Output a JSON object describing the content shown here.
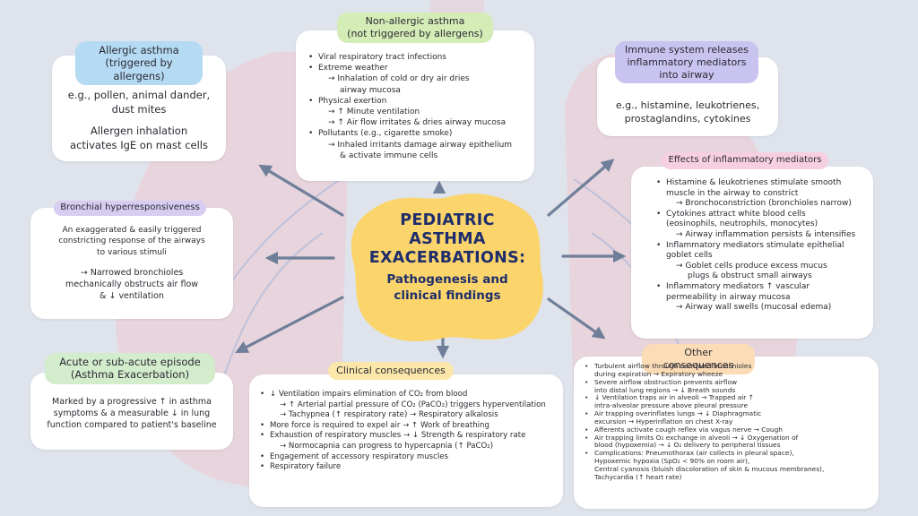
{
  "colors": {
    "center_blob": "#fbd56b",
    "center_text": "#1e2d6b",
    "pill_blue": "#b5daf3",
    "pill_green": "#d4ecb6",
    "pill_lavender": "#c9c3ef",
    "pill_pink": "#f7cfe1",
    "pill_purple": "#d6cdf0",
    "pill_lightgreen": "#d3eccc",
    "pill_yellow": "#fbe7a9",
    "pill_orange": "#fbdcb6",
    "arrow": "#6f7f99"
  },
  "center": {
    "title_lines": [
      "PEDIATRIC",
      "ASTHMA",
      "EXACERBATIONS:"
    ],
    "subtitle_lines": [
      "Pathogenesis and",
      "clinical findings"
    ]
  },
  "allergic": {
    "title": [
      "Allergic asthma",
      "(triggered by allergens)"
    ],
    "examples": [
      "e.g., pollen, animal dander,",
      "dust mites"
    ],
    "mechanism": [
      "Allergen inhalation",
      "activates IgE on mast cells"
    ]
  },
  "nonallergic": {
    "title": [
      "Non-allergic asthma",
      "(not triggered by allergens)"
    ],
    "items": [
      {
        "text": "Viral respiratory tract infections",
        "subs": []
      },
      {
        "text": "Extreme weather",
        "subs": [
          "→ Inhalation of cold or dry air dries",
          "airway mucosa"
        ]
      },
      {
        "text": "Physical exertion",
        "subs": [
          "→ ↑ Minute ventilation",
          "→ ↑ Air flow irritates & dries airway mucosa"
        ]
      },
      {
        "text": "Pollutants (e.g., cigarette smoke)",
        "subs": [
          "→ Inhaled irritants damage airway epithelium",
          "& activate immune cells"
        ]
      }
    ]
  },
  "immune": {
    "title": [
      "Immune system releases",
      "inflammatory mediators",
      "into airway"
    ],
    "examples": [
      "e.g., histamine, leukotrienes,",
      "prostaglandins, cytokines"
    ]
  },
  "effects": {
    "title": "Effects of inflammatory mediators",
    "items": [
      {
        "lines": [
          "Histamine & leukotrienes stimulate smooth",
          "muscle in the airway to constrict"
        ],
        "subs": [
          "→ Bronchoconstriction (bronchioles narrow)"
        ]
      },
      {
        "lines": [
          "Cytokines attract white blood cells",
          "(eosinophils, neutrophils, monocytes)"
        ],
        "subs": [
          "→ Airway inflammation persists & intensifies"
        ]
      },
      {
        "lines": [
          "Inflammatory mediators stimulate epithelial",
          "goblet cells"
        ],
        "subs": [
          "→ Goblet cells produce excess mucus",
          "plugs & obstruct small airways"
        ]
      },
      {
        "lines": [
          "Inflammatory mediators ↑ vascular",
          "permeability in airway mucosa"
        ],
        "subs": [
          "→ Airway wall swells (mucosal edema)"
        ]
      }
    ]
  },
  "hyper": {
    "title": "Bronchial hyperresponsiveness",
    "desc": [
      "An exaggerated & easily triggered",
      "constricting response of the airways",
      "to various stimuli"
    ],
    "result": [
      "→ Narrowed bronchioles",
      "mechanically obstructs air flow",
      "& ↓ ventilation"
    ]
  },
  "acute": {
    "title": [
      "Acute or sub-acute episode",
      "(Asthma Exacerbation)"
    ],
    "desc": [
      "Marked by a progressive ↑ in asthma",
      "symptoms & a measurable ↓ in lung",
      "function compared to patient's baseline"
    ]
  },
  "clinical": {
    "title": "Clinical consequences",
    "items": [
      {
        "text": "↓ Ventilation impairs elimination of CO₂ from blood",
        "subs": [
          "→ ↑ Arterial partial pressure of CO₂ (PaCO₂) triggers hyperventilation",
          "→ Tachypnea (↑ respiratory rate) → Respiratory alkalosis"
        ]
      },
      {
        "text": "More force is required to expel air → ↑ Work of breathing",
        "subs": []
      },
      {
        "text": "Exhaustion of respiratory muscles → ↓ Strength & respiratory rate",
        "subs": [
          "→ Normocapnia can progress to hypercapnia (↑ PaCO₂)"
        ]
      },
      {
        "text": "Engagement of accessory respiratory muscles",
        "subs": []
      },
      {
        "text": "Respiratory failure",
        "subs": []
      }
    ]
  },
  "other": {
    "title": "Other consequences",
    "items": [
      {
        "lines": [
          "Turbulent airflow through narrowed bronchioles",
          "during expiration → Expiratory wheeze"
        ]
      },
      {
        "lines": [
          "Severe airflow obstruction prevents airflow",
          "into distal lung regions → ↓ Breath sounds"
        ]
      },
      {
        "lines": [
          "↓ Ventilation traps air in alveoli → Trapped air ↑",
          "intra-alveolar pressure above pleural pressure"
        ]
      },
      {
        "lines": [
          "Air trapping overinflates lungs → ↓ Diaphragmatic",
          "excursion → Hyperinflation on chest X-ray"
        ]
      },
      {
        "lines": [
          "Afferents activate cough reflex via vagus nerve → Cough"
        ]
      },
      {
        "lines": [
          "Air trapping limits O₂ exchange in alveoli → ↓ Oxygenation of",
          "blood (hypoxemia) → ↓ O₂ delivery to peripheral tissues"
        ]
      },
      {
        "lines": [
          "Complications: Pneumothorax (air collects in pleural space),",
          "Hypoxemic hypoxia (SpO₂ < 90% on room air),",
          "Central cyanosis (bluish discoloration of skin & mucous membranes),",
          "Tachycardia (↑ heart rate)"
        ]
      }
    ]
  }
}
